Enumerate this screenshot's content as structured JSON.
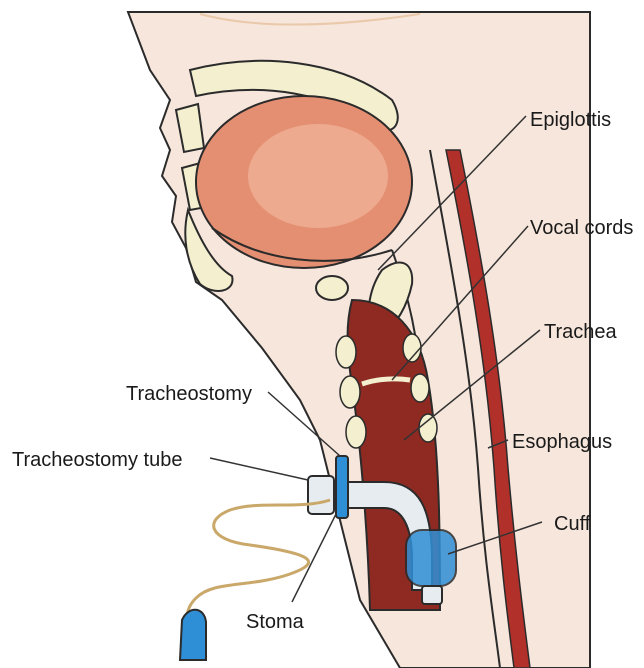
{
  "labels": {
    "epiglottis": "Epiglottis",
    "vocal_cords": "Vocal cords",
    "trachea": "Trachea",
    "tracheostomy": "Tracheostomy",
    "esophagus": "Esophagus",
    "tracheostomy_tube": "Tracheostomy tube",
    "cuff": "Cuff",
    "stoma": "Stoma"
  },
  "colors": {
    "skin": "#f7e6dc",
    "outline": "#2b2b2b",
    "tongue": "#e58f72",
    "tongue_light": "#f0b399",
    "bone": "#f3efcf",
    "airway": "#8f2a23",
    "airway_dark": "#6e1d18",
    "esophagus": "#b2302a",
    "tube": "#e6ecef",
    "tube_accent": "#2f8fd6",
    "pilot_line": "#c9a86a",
    "leader": "#333333"
  }
}
